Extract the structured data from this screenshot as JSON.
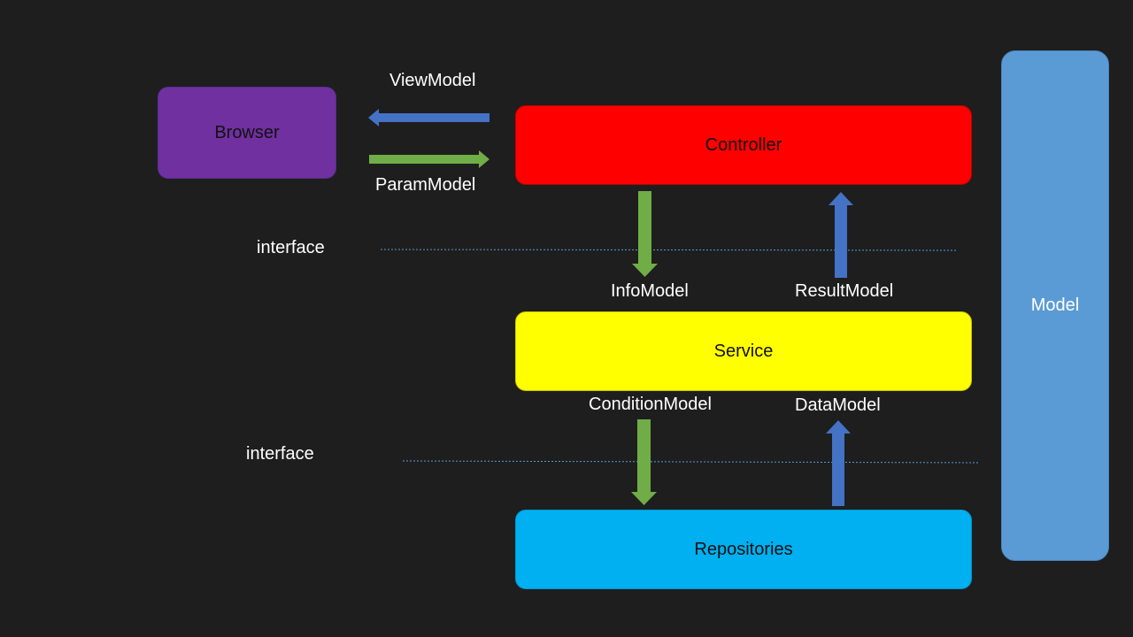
{
  "nodes": {
    "browser": "Browser",
    "controller": "Controller",
    "service": "Service",
    "repositories": "Repositories",
    "model": "Model"
  },
  "labels": {
    "view_model": "ViewModel",
    "param_model": "ParamModel",
    "interface_top": "interface",
    "info_model": "InfoModel",
    "result_model": "ResultModel",
    "condition_model": "ConditionModel",
    "data_model": "DataModel",
    "interface_bottom": "interface"
  },
  "colors": {
    "background": "#1e1e1e",
    "browser": "#7030a0",
    "controller": "#ff0000",
    "service": "#ffff00",
    "repositories": "#00b0f0",
    "model": "#5b9bd5",
    "arrow_blue": "#4472c4",
    "arrow_green": "#70ad47",
    "interface_line": "#5b9bd5"
  }
}
